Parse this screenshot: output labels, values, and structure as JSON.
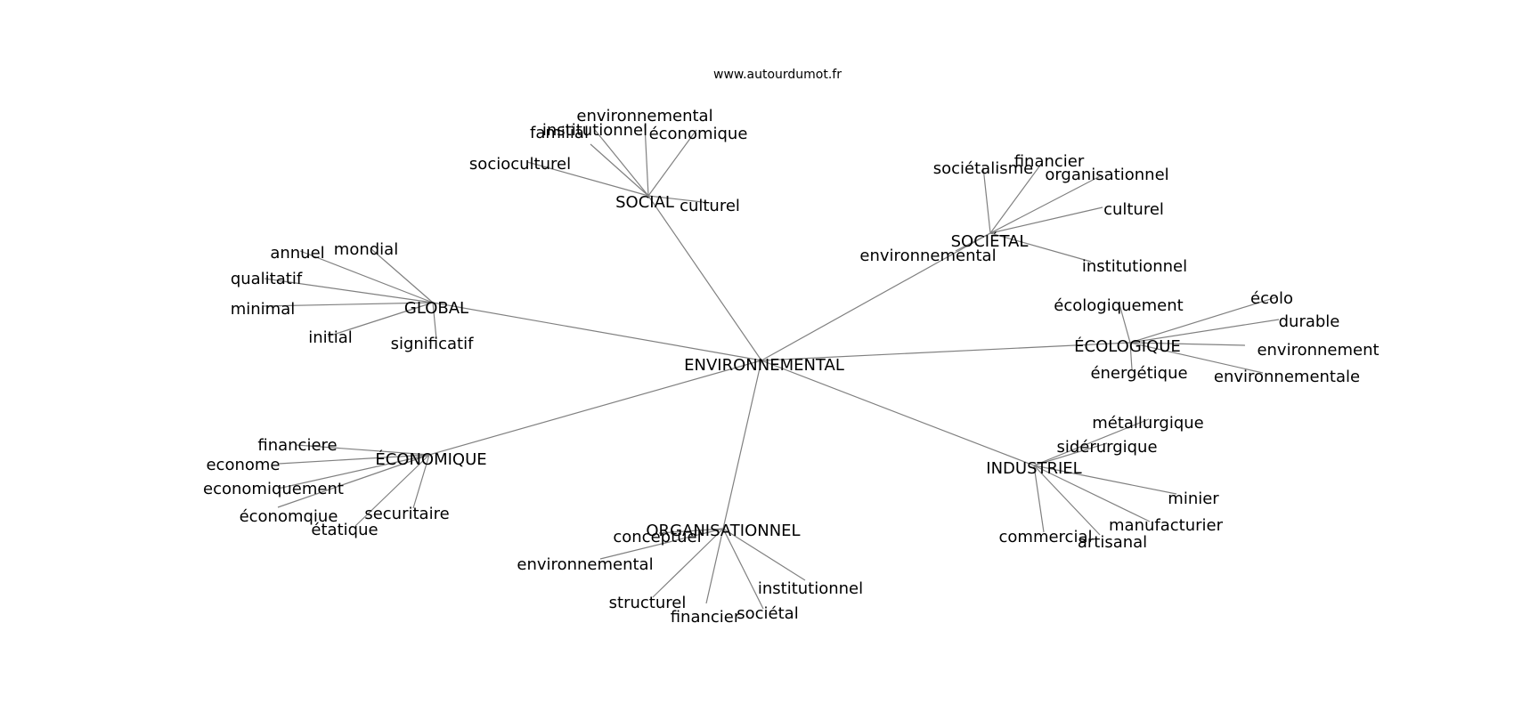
{
  "source": "www.autourdumot.fr",
  "graph": {
    "root": "ENVIRONNEMENTAL",
    "hubs": [
      {
        "id": "social",
        "label": "SOCIAL",
        "leaves": [
          "environnemental",
          "familial",
          "institutionnel",
          "économique",
          "socioculturel",
          "culturel"
        ]
      },
      {
        "id": "societal",
        "label": "SOCIÉTAL",
        "leaves": [
          "financier",
          "sociétalisme",
          "organisationnel",
          "culturel",
          "environnemental",
          "institutionnel"
        ]
      },
      {
        "id": "global",
        "label": "GLOBAL",
        "leaves": [
          "annuel",
          "mondial",
          "qualitatif",
          "minimal",
          "initial",
          "significatif"
        ]
      },
      {
        "id": "ecologique",
        "label": "ÉCOLOGIQUE",
        "leaves": [
          "écologiquement",
          "écolo",
          "durable",
          "environnement",
          "énergétique",
          "environnementale"
        ]
      },
      {
        "id": "economique",
        "label": "ÉCONOMIQUE",
        "leaves": [
          "financiere",
          "econome",
          "economiquement",
          "économqiue",
          "securitaire",
          "étatique"
        ]
      },
      {
        "id": "industriel",
        "label": "INDUSTRIEL",
        "leaves": [
          "métallurgique",
          "sidérurgique",
          "minier",
          "manufacturier",
          "commercial",
          "artisanal"
        ]
      },
      {
        "id": "organisationnel",
        "label": "ORGANISATIONNEL",
        "leaves": [
          "conceptuel",
          "environnemental",
          "structurel",
          "financier",
          "sociétal",
          "institutionnel"
        ]
      }
    ]
  }
}
